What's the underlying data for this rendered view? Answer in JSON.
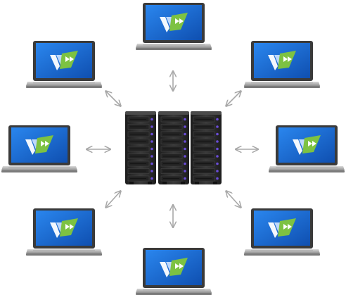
{
  "diagram": {
    "server": {
      "icon": "server-rack-icon",
      "unit_count": 3
    },
    "clients": [
      {
        "id": "laptop-top",
        "icon": "laptop-icon",
        "logo": "app-logo-icon"
      },
      {
        "id": "laptop-upper-left",
        "icon": "laptop-icon",
        "logo": "app-logo-icon"
      },
      {
        "id": "laptop-upper-right",
        "icon": "laptop-icon",
        "logo": "app-logo-icon"
      },
      {
        "id": "laptop-left",
        "icon": "laptop-icon",
        "logo": "app-logo-icon"
      },
      {
        "id": "laptop-right",
        "icon": "laptop-icon",
        "logo": "app-logo-icon"
      },
      {
        "id": "laptop-lower-left",
        "icon": "laptop-icon",
        "logo": "app-logo-icon"
      },
      {
        "id": "laptop-lower-right",
        "icon": "laptop-icon",
        "logo": "app-logo-icon"
      },
      {
        "id": "laptop-bottom",
        "icon": "laptop-icon",
        "logo": "app-logo-icon"
      }
    ],
    "connection_icon": "double-arrow-icon",
    "colors": {
      "screen": "#1f6fd6",
      "bezel": "#3a3a3a",
      "keyboard": "#c8c8c8",
      "server": "#2d2d2d",
      "server_led": "#6a4cd8",
      "arrow": "#a8a8a8",
      "logo_green": "#7dc242",
      "logo_white": "#ffffff"
    }
  }
}
